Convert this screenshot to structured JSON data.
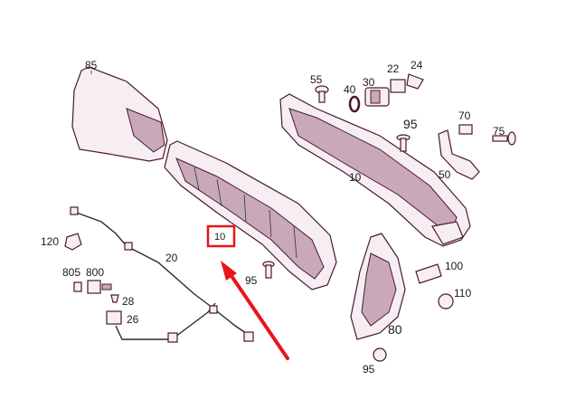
{
  "callouts": {
    "c85": "85",
    "c55": "55",
    "c40": "40",
    "c30": "30",
    "c22": "22",
    "c24": "24",
    "c95_top": "95",
    "c70": "70",
    "c75": "75",
    "c50": "50",
    "c10_right": "10",
    "c10_highlight": "10",
    "c120": "120",
    "c20": "20",
    "c805": "805",
    "c800": "800",
    "c28": "28",
    "c26": "26",
    "c95_mid": "95",
    "c100": "100",
    "c110": "110",
    "c80": "80",
    "c95_bottom": "95"
  },
  "colors": {
    "highlight_box": "#e8141a",
    "arrow": "#e8141a",
    "part_outline": "#4a1830"
  }
}
